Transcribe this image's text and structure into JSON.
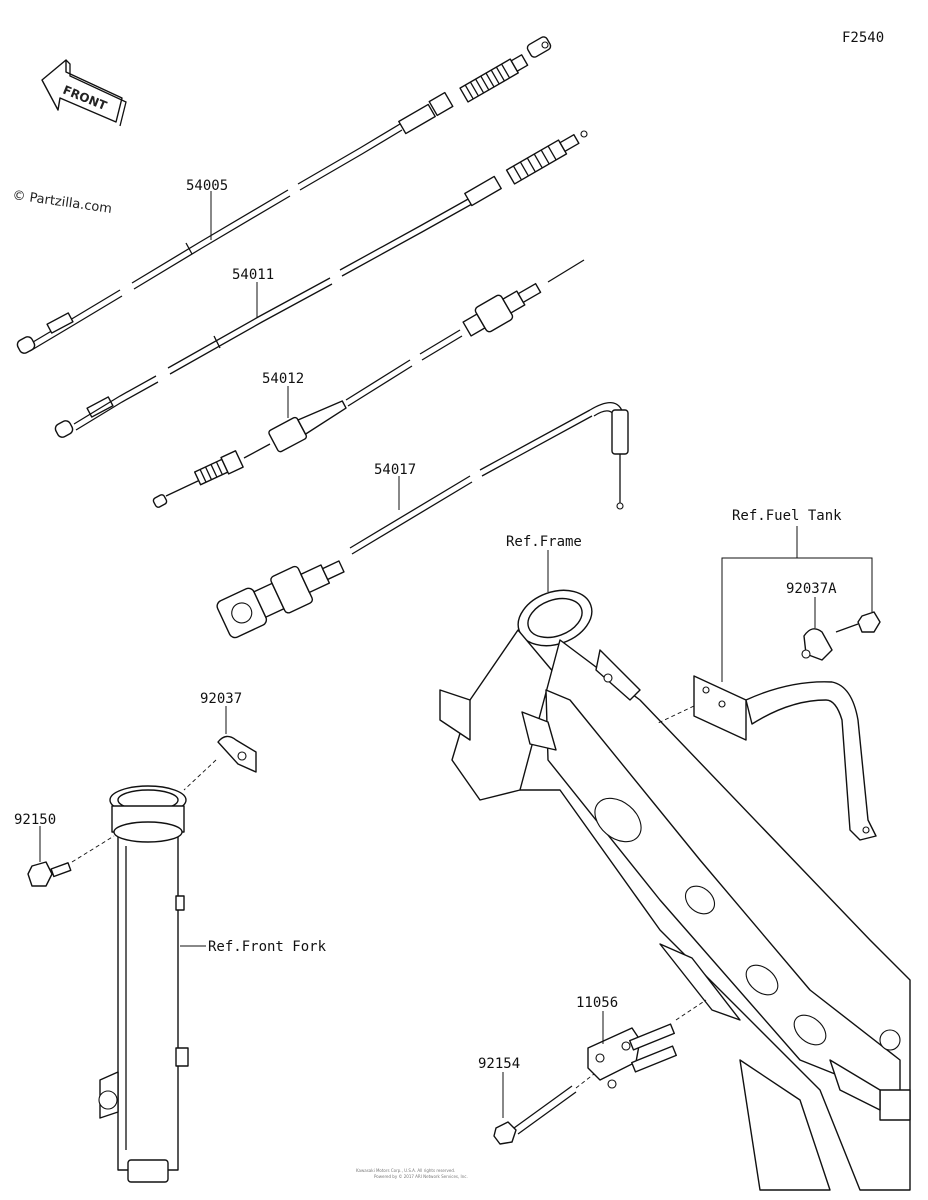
{
  "diagram_code": "F2540",
  "watermark": "© Partzilla.com",
  "front_arrow": {
    "label": "FRONT"
  },
  "callouts": [
    {
      "id": "cable-1",
      "part_number": "54005"
    },
    {
      "id": "cable-2",
      "part_number": "54011"
    },
    {
      "id": "cable-3",
      "part_number": "54012"
    },
    {
      "id": "cable-4",
      "part_number": "54017"
    },
    {
      "id": "clamp-fork",
      "part_number": "92037"
    },
    {
      "id": "bolt-fork",
      "part_number": "92150"
    },
    {
      "id": "clamp-tank",
      "part_number": "92037A"
    },
    {
      "id": "bracket",
      "part_number": "11056"
    },
    {
      "id": "bolt-bracket",
      "part_number": "92154"
    }
  ],
  "references": {
    "frame": "Ref.Frame",
    "fuel_tank": "Ref.Fuel Tank",
    "front_fork": "Ref.Front Fork"
  },
  "footer_fineprint": [
    "Kawasaki Motors Corp., U.S.A. All rights reserved.",
    "Powered by © 2017 ARI Network Services, Inc."
  ]
}
